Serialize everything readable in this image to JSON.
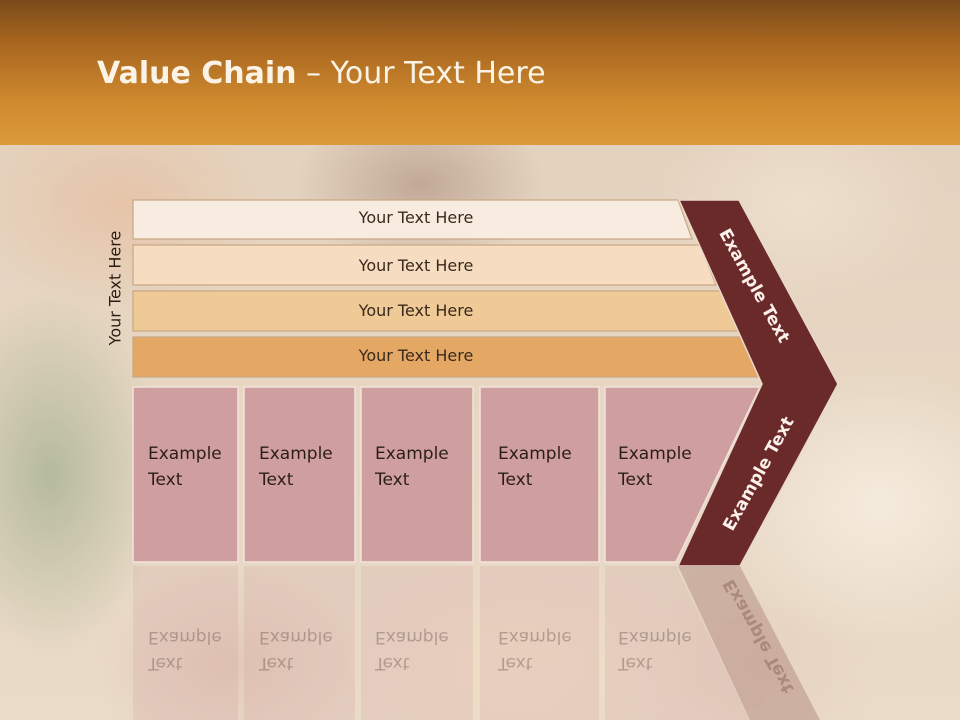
{
  "slide": {
    "title_strong": "Value Chain",
    "title_rest": " – Your Text Here",
    "side_label": "Your Text Here",
    "rows": [
      {
        "label": "Your Text Here",
        "color": "#f8ece0"
      },
      {
        "label": "Your Text Here",
        "color": "#f6dcc0"
      },
      {
        "label": "Your Text Here",
        "color": "#efc996"
      },
      {
        "label": "Your Text Here",
        "color": "#e4a864"
      }
    ],
    "boxes": [
      {
        "line1": "Example",
        "line2": "Text"
      },
      {
        "line1": "Example",
        "line2": "Text"
      },
      {
        "line1": "Example",
        "line2": "Text"
      },
      {
        "line1": "Example",
        "line2": "Text"
      },
      {
        "line1": "Example",
        "line2": "Text"
      }
    ],
    "chevron_top": "Example Text",
    "chevron_bottom": "Example Text",
    "colors": {
      "header": "#cf8a2e",
      "box_fill": "#cf9fa0",
      "chevron": "#6b2a2a"
    }
  }
}
